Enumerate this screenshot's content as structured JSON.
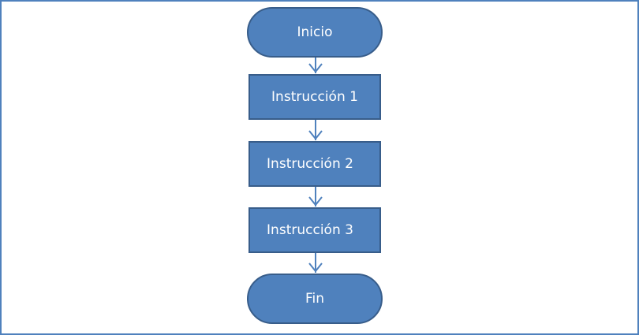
{
  "colors": {
    "frame_border": "#4f81bd",
    "node_fill": "#4f81bd",
    "node_border": "#385d8a",
    "connector": "#4f81bd",
    "text": "#ffffff"
  },
  "flowchart": {
    "start": {
      "label": "Inicio",
      "shape": "terminal"
    },
    "steps": [
      {
        "label": "Instrucción 1",
        "shape": "process"
      },
      {
        "label": "Instrucción 2",
        "shape": "process"
      },
      {
        "label": "Instrucción 3",
        "shape": "process"
      }
    ],
    "end": {
      "label": "Fin",
      "shape": "terminal"
    },
    "connectors": [
      {
        "from": "Inicio",
        "to": "Instrucción 1"
      },
      {
        "from": "Instrucción 1",
        "to": "Instrucción 2"
      },
      {
        "from": "Instrucción 2",
        "to": "Instrucción 3"
      },
      {
        "from": "Instrucción 3",
        "to": "Fin"
      }
    ]
  }
}
